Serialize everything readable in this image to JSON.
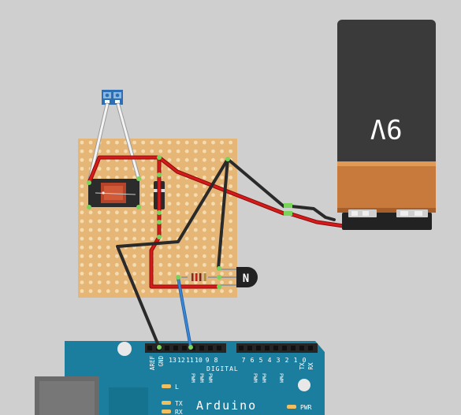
{
  "battery": {
    "label": "9V"
  },
  "arduino": {
    "brand": "Arduino",
    "pin_aref": "AREF",
    "pin_gnd": "GND",
    "digital_label": "DIGITAL",
    "pin_numbers": [
      "13",
      "12",
      "11",
      "10",
      "9",
      "8",
      "7",
      "6",
      "5",
      "4",
      "3",
      "2",
      "1",
      "0"
    ],
    "pwm_label": "PWM",
    "tx_pin": "TX",
    "rx_pin": "RX",
    "led_l": "L",
    "led_tx": "TX",
    "led_rx": "RX",
    "led_pwr": "PWR"
  },
  "transistor": {
    "symbol": "N"
  },
  "colors": {
    "background": "#cfcfcf",
    "board": "#e5b676",
    "arduino": "#1b7e9e",
    "wire_red": "#d61a1a",
    "wire_black": "#2a2a2a",
    "wire_blue": "#3a86d6",
    "wire_white": "#f4f4f4",
    "connector": "#2d6fb5"
  }
}
